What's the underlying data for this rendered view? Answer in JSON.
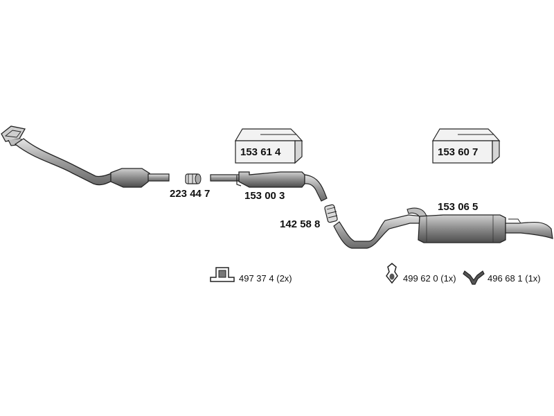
{
  "parts": {
    "flex_clamp": "223 44 7",
    "kit_1": "153 61 4",
    "front_silencer": "153 00 3",
    "connector_clamp": "142 58 8",
    "kit_2": "153 60 7",
    "rear_silencer": "153 06 5"
  },
  "accessories": {
    "bracket": "497 37 4",
    "bracket_qty": "(2x)",
    "rubber_mount": "499 62 0",
    "rubber_mount_qty": "(1x)",
    "hanger": "496 68 1",
    "hanger_qty": "(1x)"
  },
  "icons": [
    "box-icon",
    "bracket-icon",
    "rubber-mount-icon",
    "hanger-icon"
  ],
  "colors": {
    "line": "#222222",
    "pipe_fill": "#b5b5b5",
    "muffler_fill": "#8f8f8f",
    "box_fill": "#f2f2f2"
  }
}
